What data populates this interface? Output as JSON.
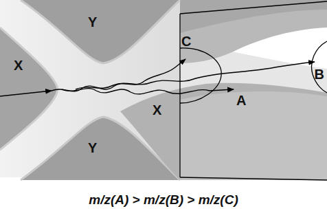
{
  "diagram": {
    "caption": "m/z(A) > m/z(B) > m/z(C)",
    "labels": [
      "Y",
      "C",
      "X",
      "B",
      "X",
      "A",
      "Y"
    ]
  }
}
